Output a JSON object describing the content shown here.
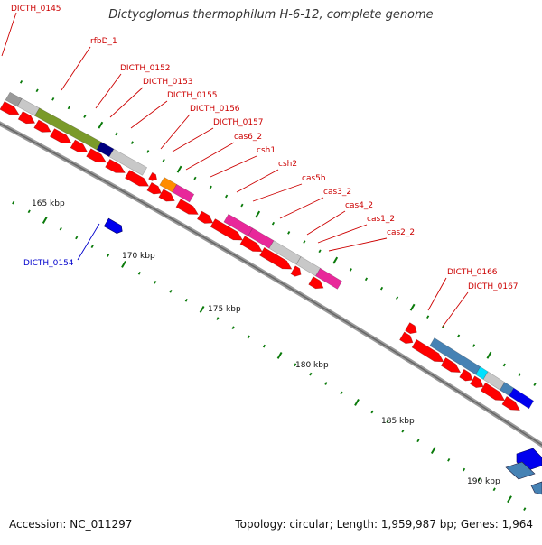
{
  "title": "Dictyoglomus thermophilum H-6-12, complete genome",
  "footer": {
    "accession": "Accession: NC_011297",
    "topology": "Topology: circular; Length: 1,959,987 bp; Genes: 1,964"
  },
  "colors": {
    "cds": "#ff0000",
    "backbone": "#888888",
    "gene_label": "#cc0000",
    "reverse_gene_label": "#0000cc",
    "tick": "#0a7a0a",
    "olive": "#7a9a2a",
    "gray_feature": "#c8c8c8",
    "magenta": "#e8289a",
    "orange": "#ff8c00",
    "steelblue": "#4682b4",
    "cyan": "#00e0ff",
    "blue": "#0000ee",
    "navy": "#000080"
  },
  "scale_labels": [
    "165 kbp",
    "170 kbp",
    "175 kbp",
    "180 kbp",
    "185 kbp",
    "190 kbp"
  ],
  "gene_labels": [
    "DICTH_0145",
    "rfbD_1",
    "DICTH_0152",
    "DICTH_0153",
    "DICTH_0155",
    "DICTH_0156",
    "DICTH_0157",
    "cas6_2",
    "csh1",
    "csh2",
    "cas5h",
    "cas3_2",
    "cas4_2",
    "cas1_2",
    "cas2_2",
    "DICTH_0154",
    "DICTH_0166",
    "DICTH_0167"
  ],
  "reverse_gene_labels": [
    "DICTH_0154"
  ]
}
